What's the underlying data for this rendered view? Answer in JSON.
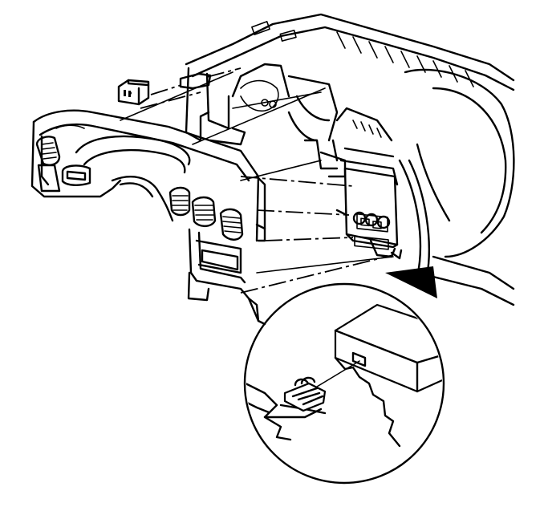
{
  "diagram": {
    "background": "#ffffff",
    "line_color": "#000000",
    "parts": [
      {
        "id": "instrument-panel-carrier",
        "icon": "dashboard-frame"
      },
      {
        "id": "instrument-panel-trim-pad",
        "icon": "dash-trim-panel"
      },
      {
        "id": "switch-module",
        "icon": "switch-block"
      },
      {
        "id": "radio-hvac-stack",
        "icon": "console-stack"
      },
      {
        "id": "retainer-clip",
        "icon": "push-clip"
      }
    ],
    "callout": {
      "shape": "circle",
      "pointer": "curved-arrow"
    }
  }
}
